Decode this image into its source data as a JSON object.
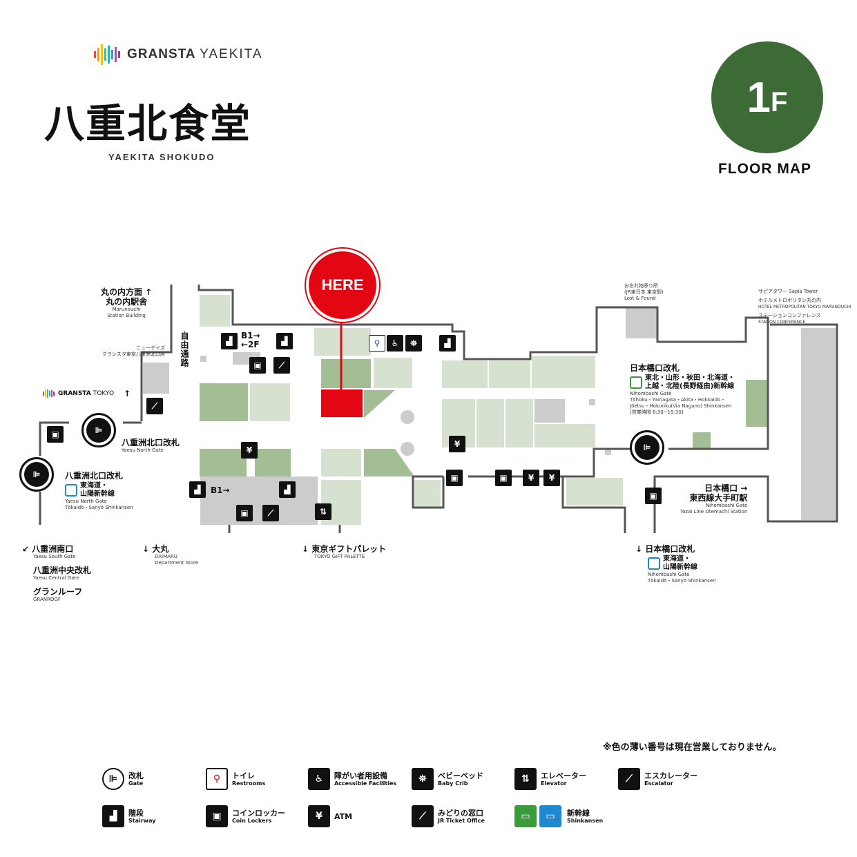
{
  "header": {
    "logo_brand": "GRANSTA",
    "logo_sub": "YAEKITA",
    "title_jp": "八重北食堂",
    "title_en": "YAEKITA SHOKUDO",
    "floor_number": "1",
    "floor_unit": "F",
    "floor_label": "FLOOR MAP"
  },
  "colors": {
    "floor_circle": "#3d6b35",
    "here_red": "#e30613",
    "shop_green_dark": "#a3bd95",
    "shop_green_light": "#d6e1cf",
    "shop_grey": "#cccccc",
    "shinkansen_green": "#3a9b3a",
    "shinkansen_blue": "#1e88d0"
  },
  "map": {
    "here_label": "HERE",
    "marunouchi": {
      "jp1": "丸の内方面 ↑",
      "jp2": "丸の内駅舎",
      "en1": "Marunouchi",
      "en2": "Station Building"
    },
    "newdays": {
      "l1": "ニューデイズ",
      "l2": "グランスタ東京八重洲北口店"
    },
    "free_passage": "自由通路",
    "b1_2f": "B1→\n←2F",
    "b1_arrow": "B1→",
    "gransta_tokyo": {
      "brand": "GRANSTA",
      "sub": "TOKYO",
      "arrow": "↑"
    },
    "yaesu_north_gate_a": {
      "jp": "八重洲北口改札",
      "en": "Yaesu North Gate"
    },
    "yaesu_north_gate_b": {
      "jp": "八重洲北口改札",
      "line1": "東海道・",
      "line2": "山陽新幹線",
      "en1": "Yaesu North Gate",
      "en2": "Tōkaidō・Sanyō Shinkansen"
    },
    "south": {
      "jp1": "↙ 八重洲南口",
      "en1": "Yaesu South Gate",
      "jp2": "八重洲中央改札",
      "en2": "Yaesu Central Gate",
      "jp3": "グランルーフ",
      "en3": "GRANROOF"
    },
    "daimaru": {
      "jp": "↓ 大丸",
      "en1": "DAIMARU",
      "en2": "Department Store"
    },
    "gift_palette": {
      "jp": "↓ 東京ギフトパレット",
      "en": "TOKYO GIFT PALETTE"
    },
    "lost_found": {
      "jp1": "お忘れ物承り所",
      "jp2": "(JR東日本 東京駅)",
      "en": "Lost & Found"
    },
    "sapia": {
      "l1": "サピアタワー Sapia Tower",
      "l2": "ホテルメトロポリタン丸の内",
      "l3": "HOTEL METROPOLITAN TOKYO MARUNOUCHI",
      "l4": "ステーションコンファレンス",
      "l5": "STATION CONFERENCE"
    },
    "nihombashi_gate_a": {
      "jp": "日本橋口改札",
      "line1": "東北・山形・秋田・北海道・",
      "line2": "上越・北陸(長野経由)新幹線",
      "en1": "Nihombashi Gate",
      "en2": "Tōhoku・Yamagata・Akita・Hokkaido・",
      "en3": "Jōetsu・Hokuriku(Via Nagano) Shinkansen",
      "hours": "[営業時間 8:30~19:30]"
    },
    "nihombashi_exit": {
      "jp1": "日本橋口 →",
      "jp2": "東西線大手町駅",
      "en1": "Nihombashi Gate",
      "en2": "Tozai Line Otemachi Station"
    },
    "nihombashi_gate_b": {
      "jp": "↓ 日本橋口改札",
      "line1": "東海道・",
      "line2": "山陽新幹線",
      "en1": "Nihombashi Gate",
      "en2": "Tōkaidō・Sanyō Shinkansen"
    }
  },
  "note": "※色の薄い番号は現在営業しておりません。",
  "legend": [
    {
      "icon": "gate-icon",
      "jp": "改札",
      "en": "Gate"
    },
    {
      "icon": "restroom-icon",
      "jp": "トイレ",
      "en": "Restrooms"
    },
    {
      "icon": "accessible-icon",
      "jp": "障がい者用設備",
      "en": "Accessible Facilities"
    },
    {
      "icon": "baby-crib-icon",
      "jp": "ベビーベッド",
      "en": "Baby Crib"
    },
    {
      "icon": "elevator-icon",
      "jp": "エレベーター",
      "en": "Elevator"
    },
    {
      "icon": "escalator-icon",
      "jp": "エスカレーター",
      "en": "Escalator"
    },
    {
      "icon": "stairway-icon",
      "jp": "階段",
      "en": "Stairway"
    },
    {
      "icon": "coin-locker-icon",
      "jp": "コインロッカー",
      "en": "Coin Lockers"
    },
    {
      "icon": "atm-icon",
      "jp": "ATM",
      "en": ""
    },
    {
      "icon": "jr-ticket-office-icon",
      "jp": "みどりの窓口",
      "en": "JR Ticket Office"
    },
    {
      "icon": "shinkansen-icon",
      "jp": "新幹線",
      "en": "Shinkansen"
    }
  ]
}
